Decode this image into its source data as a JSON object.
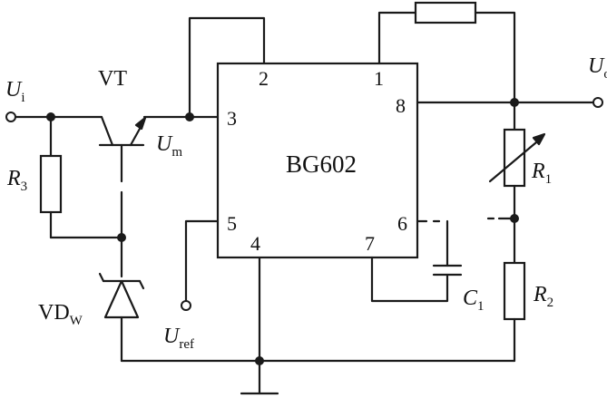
{
  "ic": {
    "name": "BG602",
    "pins": {
      "p1": "1",
      "p2": "2",
      "p3": "3",
      "p4": "4",
      "p5": "5",
      "p6": "6",
      "p7": "7",
      "p8": "8"
    }
  },
  "labels": {
    "input": {
      "main": "U",
      "sub": "i"
    },
    "output": {
      "main": "U",
      "sub": "o"
    },
    "transistor": "VT",
    "um": {
      "main": "U",
      "sub": "m"
    },
    "uref": {
      "main": "U",
      "sub": "ref"
    },
    "r1": {
      "main": "R",
      "sub": "1"
    },
    "r2": {
      "main": "R",
      "sub": "2"
    },
    "r3": {
      "main": "R",
      "sub": "3"
    },
    "c1": {
      "main": "C",
      "sub": "1"
    },
    "zener": {
      "main": "VD",
      "sub": "W"
    }
  }
}
